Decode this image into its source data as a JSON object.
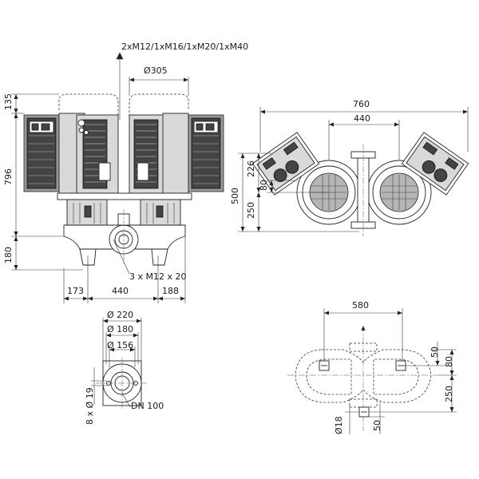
{
  "front_view": {
    "cable_glands": "2xM12/1xM16/1xM20/1xM40",
    "motor_diameter": "Ø305",
    "height_top": "135",
    "height_motor": "796",
    "height_base": "180",
    "flange_bolts": "3 x M12 x 20",
    "left_offset": "173",
    "center_distance": "440",
    "right_offset": "188"
  },
  "top_view": {
    "overall_width": "760",
    "motor_spacing": "440",
    "overall_depth": "500",
    "module_offset": "226",
    "axis_offset": "80",
    "lower_depth": "250"
  },
  "flange_view": {
    "outer_diameter": "Ø 220",
    "bolt_circle": "Ø 180",
    "raised_face": "Ø 156",
    "bolt_holes": "8 x Ø 19",
    "nominal_size": "DN 100"
  },
  "base_view": {
    "foot_spacing": "580",
    "dim_50_top": "50",
    "dim_80": "80",
    "dim_250": "250",
    "hole_diameter": "Ø18",
    "dim_50_bottom": "50"
  }
}
